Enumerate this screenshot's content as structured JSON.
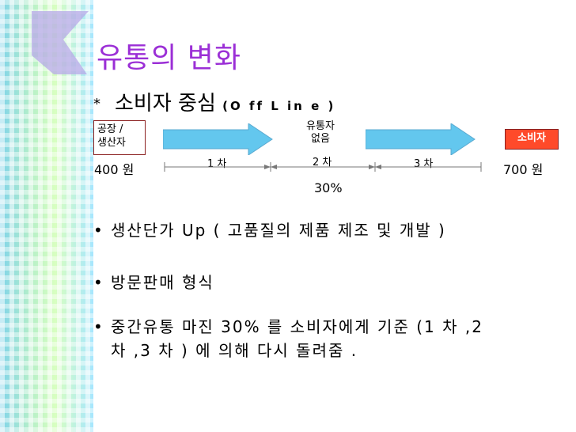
{
  "title": "유통의 변화",
  "subheading": {
    "star": "*",
    "text": "소비자 중심",
    "paren": "(O ff L in e )"
  },
  "diagram": {
    "producer": [
      "공장 /",
      "생산자"
    ],
    "middle": [
      "유통자",
      "없음"
    ],
    "consumer": "소비자",
    "price_left": "400 원",
    "price_right": "700 원",
    "stage1": "1 차",
    "stage2": "2 차",
    "stage3": "3 차",
    "margin": "30%"
  },
  "bullets": [
    {
      "dot": "•",
      "lines": [
        "생산단가  Up ( 고품질의 제품 제조 및 개발 )"
      ]
    },
    {
      "dot": "•",
      "lines": [
        "방문판매 형식"
      ]
    },
    {
      "dot": "•",
      "lines": [
        "중간유통 마진  30% 를 소비자에게 기준 (1 차 ,2",
        "차 ,3 차 ) 에 의해 다시 돌려줌 ."
      ]
    }
  ],
  "colors": {
    "title": "#9b2fd6",
    "arrow": "#63c7ee",
    "consumer_box": "#ff4a2a"
  }
}
